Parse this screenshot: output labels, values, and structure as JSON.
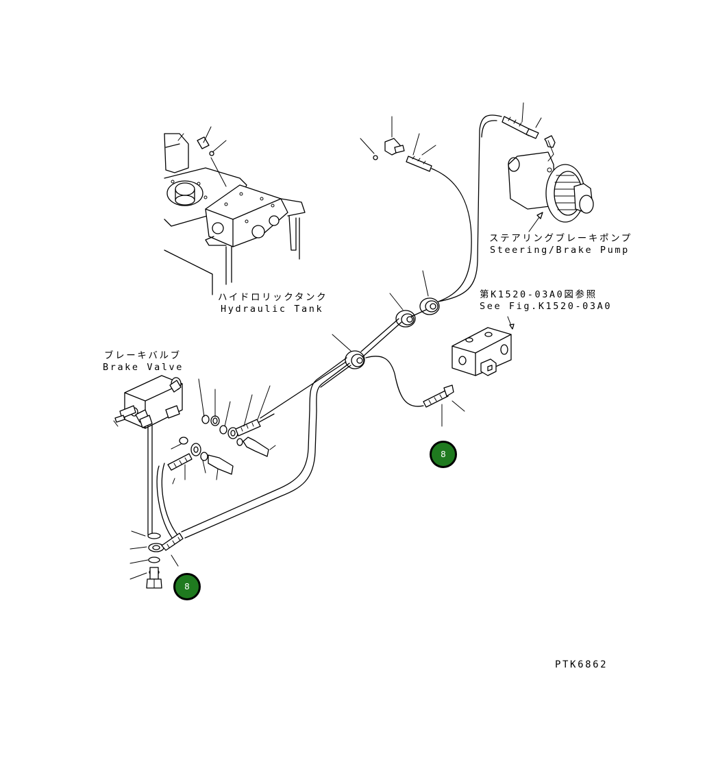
{
  "labels": {
    "hydraulic_tank_jp": "ハイドロリックタンク",
    "hydraulic_tank_en": "Hydraulic Tank",
    "brake_valve_jp": "ブレーキバルブ",
    "brake_valve_en": "Brake Valve",
    "pump_jp": "ステアリングブレーキポンプ",
    "pump_en": "Steering/Brake Pump",
    "fig_ref_jp": "第K1520-03A0図参照",
    "fig_ref_en": "See Fig.K1520-03A0",
    "drawing_code": "PTK6862"
  },
  "badges": [
    {
      "text": "8",
      "color": "#1f7a1f"
    },
    {
      "text": "8",
      "color": "#1f7a1f"
    }
  ]
}
